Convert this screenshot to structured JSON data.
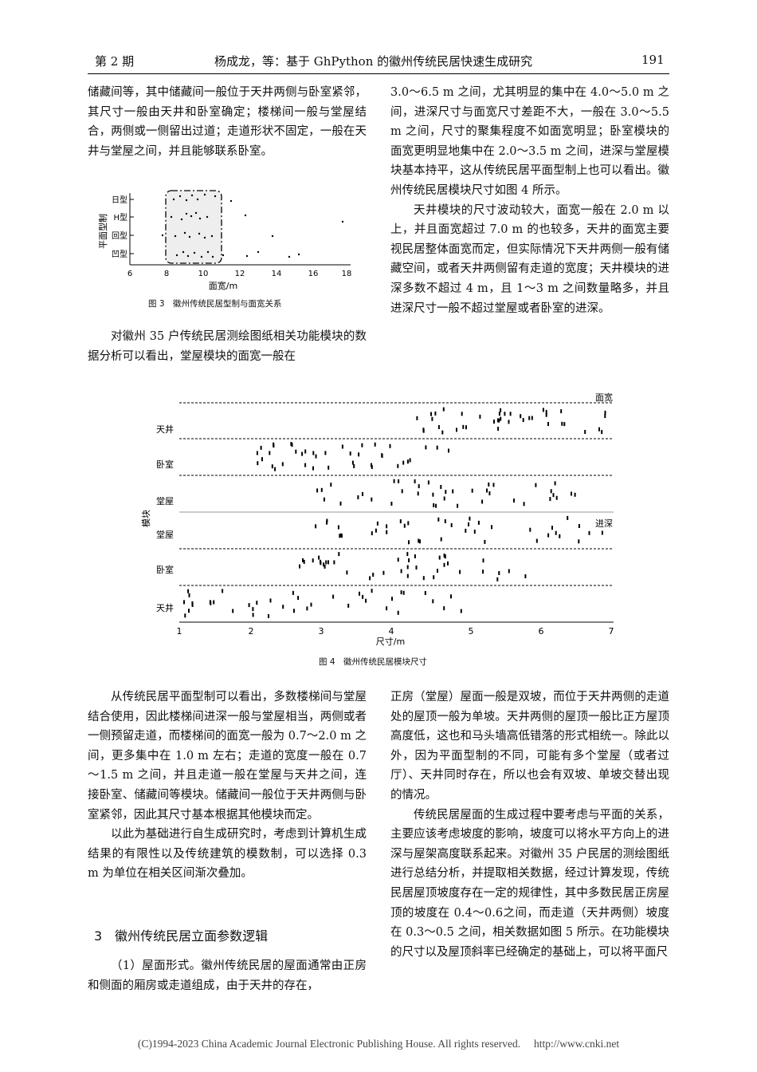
{
  "header": {
    "issue": "第 2 期",
    "title": "杨成龙，等：基于 GhPython 的徽州传统民居快速生成研究",
    "page": "191"
  },
  "left_top": [
    "储藏间等，其中储藏间一般位于天井两侧与卧室紧邻，其尺寸一般由天井和卧室确定；楼梯间一般与堂屋结合，两侧或一侧留出过道；走道形状不固定，一般在天井与堂屋之间，并且能够联系卧室。"
  ],
  "fig3": {
    "caption": "图 3　徽州传统民居型制与面宽关系",
    "ylabel": "平面型制",
    "xlabel": "面宽/m",
    "categories": [
      "日型",
      "H型",
      "回型",
      "凹型"
    ],
    "xticks": [
      "6",
      "8",
      "10",
      "12",
      "14",
      "16",
      "18"
    ]
  },
  "left_mid": [
    "对徽州 35 户传统民居测绘图纸相关功能模块的数据分析可以看出，堂屋模块的面宽一般在"
  ],
  "right_top": [
    "3.0～6.5 m 之间，尤其明显的集中在 4.0～5.0 m 之间，进深尺寸与面宽尺寸差距不大，一般在 3.0～5.5 m 之间，尺寸的聚集程度不如面宽明显；卧室模块的面宽更明显地集中在 2.0～3.5 m 之间，进深与堂屋模块基本持平，这从传统民居平面型制上也可以看出。徽州传统民居模块尺寸如图 4 所示。",
    "天井模块的尺寸波动较大，面宽一般在 2.0 m 以上，并且面宽超过 7.0 m 的也较多，天井的面宽主要视民居整体面宽而定，但实际情况下天井两侧一般有储藏空间，或者天井两侧留有走道的宽度；天井模块的进深多数不超过 4 m，且 1～3 m 之间数量略多，并且进深尺寸一般不超过堂屋或者卧室的进深。"
  ],
  "fig4": {
    "caption": "图 4　徽州传统民居模块尺寸",
    "ylabel": "模块",
    "xlabel": "尺寸/m",
    "rows": [
      "天井",
      "卧室",
      "堂屋",
      "堂屋",
      "卧室",
      "天井"
    ],
    "label_top": "面宽",
    "label_bottom": "进深",
    "xticks": [
      "1",
      "2",
      "3",
      "4",
      "5",
      "6",
      "7"
    ]
  },
  "left_bottom": [
    "从传统民居平面型制可以看出，多数楼梯间与堂屋结合使用，因此楼梯间进深一般与堂屋相当，两侧或者一侧预留走道，而楼梯间的面宽一般为 0.7～2.0 m 之间，更多集中在 1.0 m 左右；走道的宽度一般在 0.7～1.5 m 之间，并且走道一般在堂屋与天井之间，连接卧室、储藏间等模块。储藏间一般位于天井两侧与卧室紧邻，因此其尺寸基本根据其他模块而定。",
    "以此为基础进行自生成研究时，考虑到计算机生成结果的有限性以及传统建筑的模数制，可以选择 0.3 m 为单位在相关区间渐次叠加。"
  ],
  "section": "3　徽州传统民居立面参数逻辑",
  "left_bottom2": [
    "（1）屋面形式。徽州传统民居的屋面通常由正房和侧面的厢房或走道组成，由于天井的存在，"
  ],
  "right_bottom": [
    "正房（堂屋）屋面一般是双坡，而位于天井两侧的走道处的屋顶一般为单坡。天井两侧的屋顶一般比正方屋顶高度低，这也和马头墙高低错落的形式相统一。除此以外，因为平面型制的不同，可能有多个堂屋（或者过厅）、天井同时存在，所以也会有双坡、单坡交替出现的情况。",
    "传统民居屋面的生成过程中要考虑与平面的关系，主要应该考虑坡度的影响，坡度可以将水平方向上的进深与屋架高度联系起来。对徽州 35 户民居的测绘图纸进行总结分析，并提取相关数据，经过计算发现，传统民居屋顶坡度存在一定的规律性，其中多数民居正房屋顶的坡度在 0.4～0.6之间，而走道（天井两侧）坡度在 0.3～0.5 之间，相关数据如图 5 所示。在功能模块的尺寸以及屋顶斜率已经确定的基础上，可以将平面尺"
  ],
  "footer": "(C)1994-2023 China Academic Journal Electronic Publishing House. All rights reserved.　 http://www.cnki.net"
}
